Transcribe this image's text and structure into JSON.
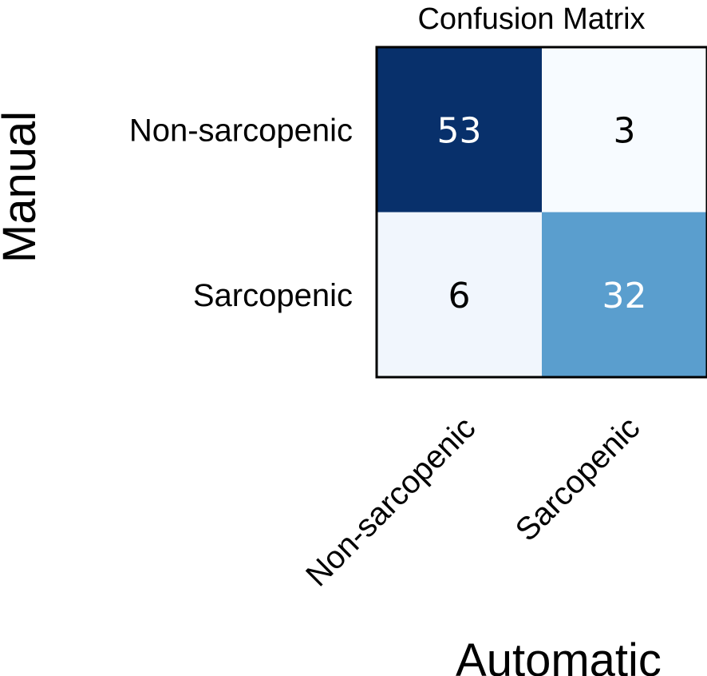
{
  "chart_data": {
    "type": "heatmap",
    "title": "Confusion Matrix",
    "xlabel": "Automatic",
    "ylabel": "Manual",
    "x_categories": [
      "Non-sarcopenic",
      "Sarcopenic"
    ],
    "y_categories": [
      "Non-sarcopenic",
      "Sarcopenic"
    ],
    "values": [
      [
        53,
        3
      ],
      [
        6,
        32
      ]
    ],
    "colormap": "Blues",
    "colors": {
      "max": "#08306b",
      "high": "#5299cc",
      "low": "#edf3fb",
      "min": "#f7fbff"
    },
    "grid": false,
    "legend": "none"
  }
}
